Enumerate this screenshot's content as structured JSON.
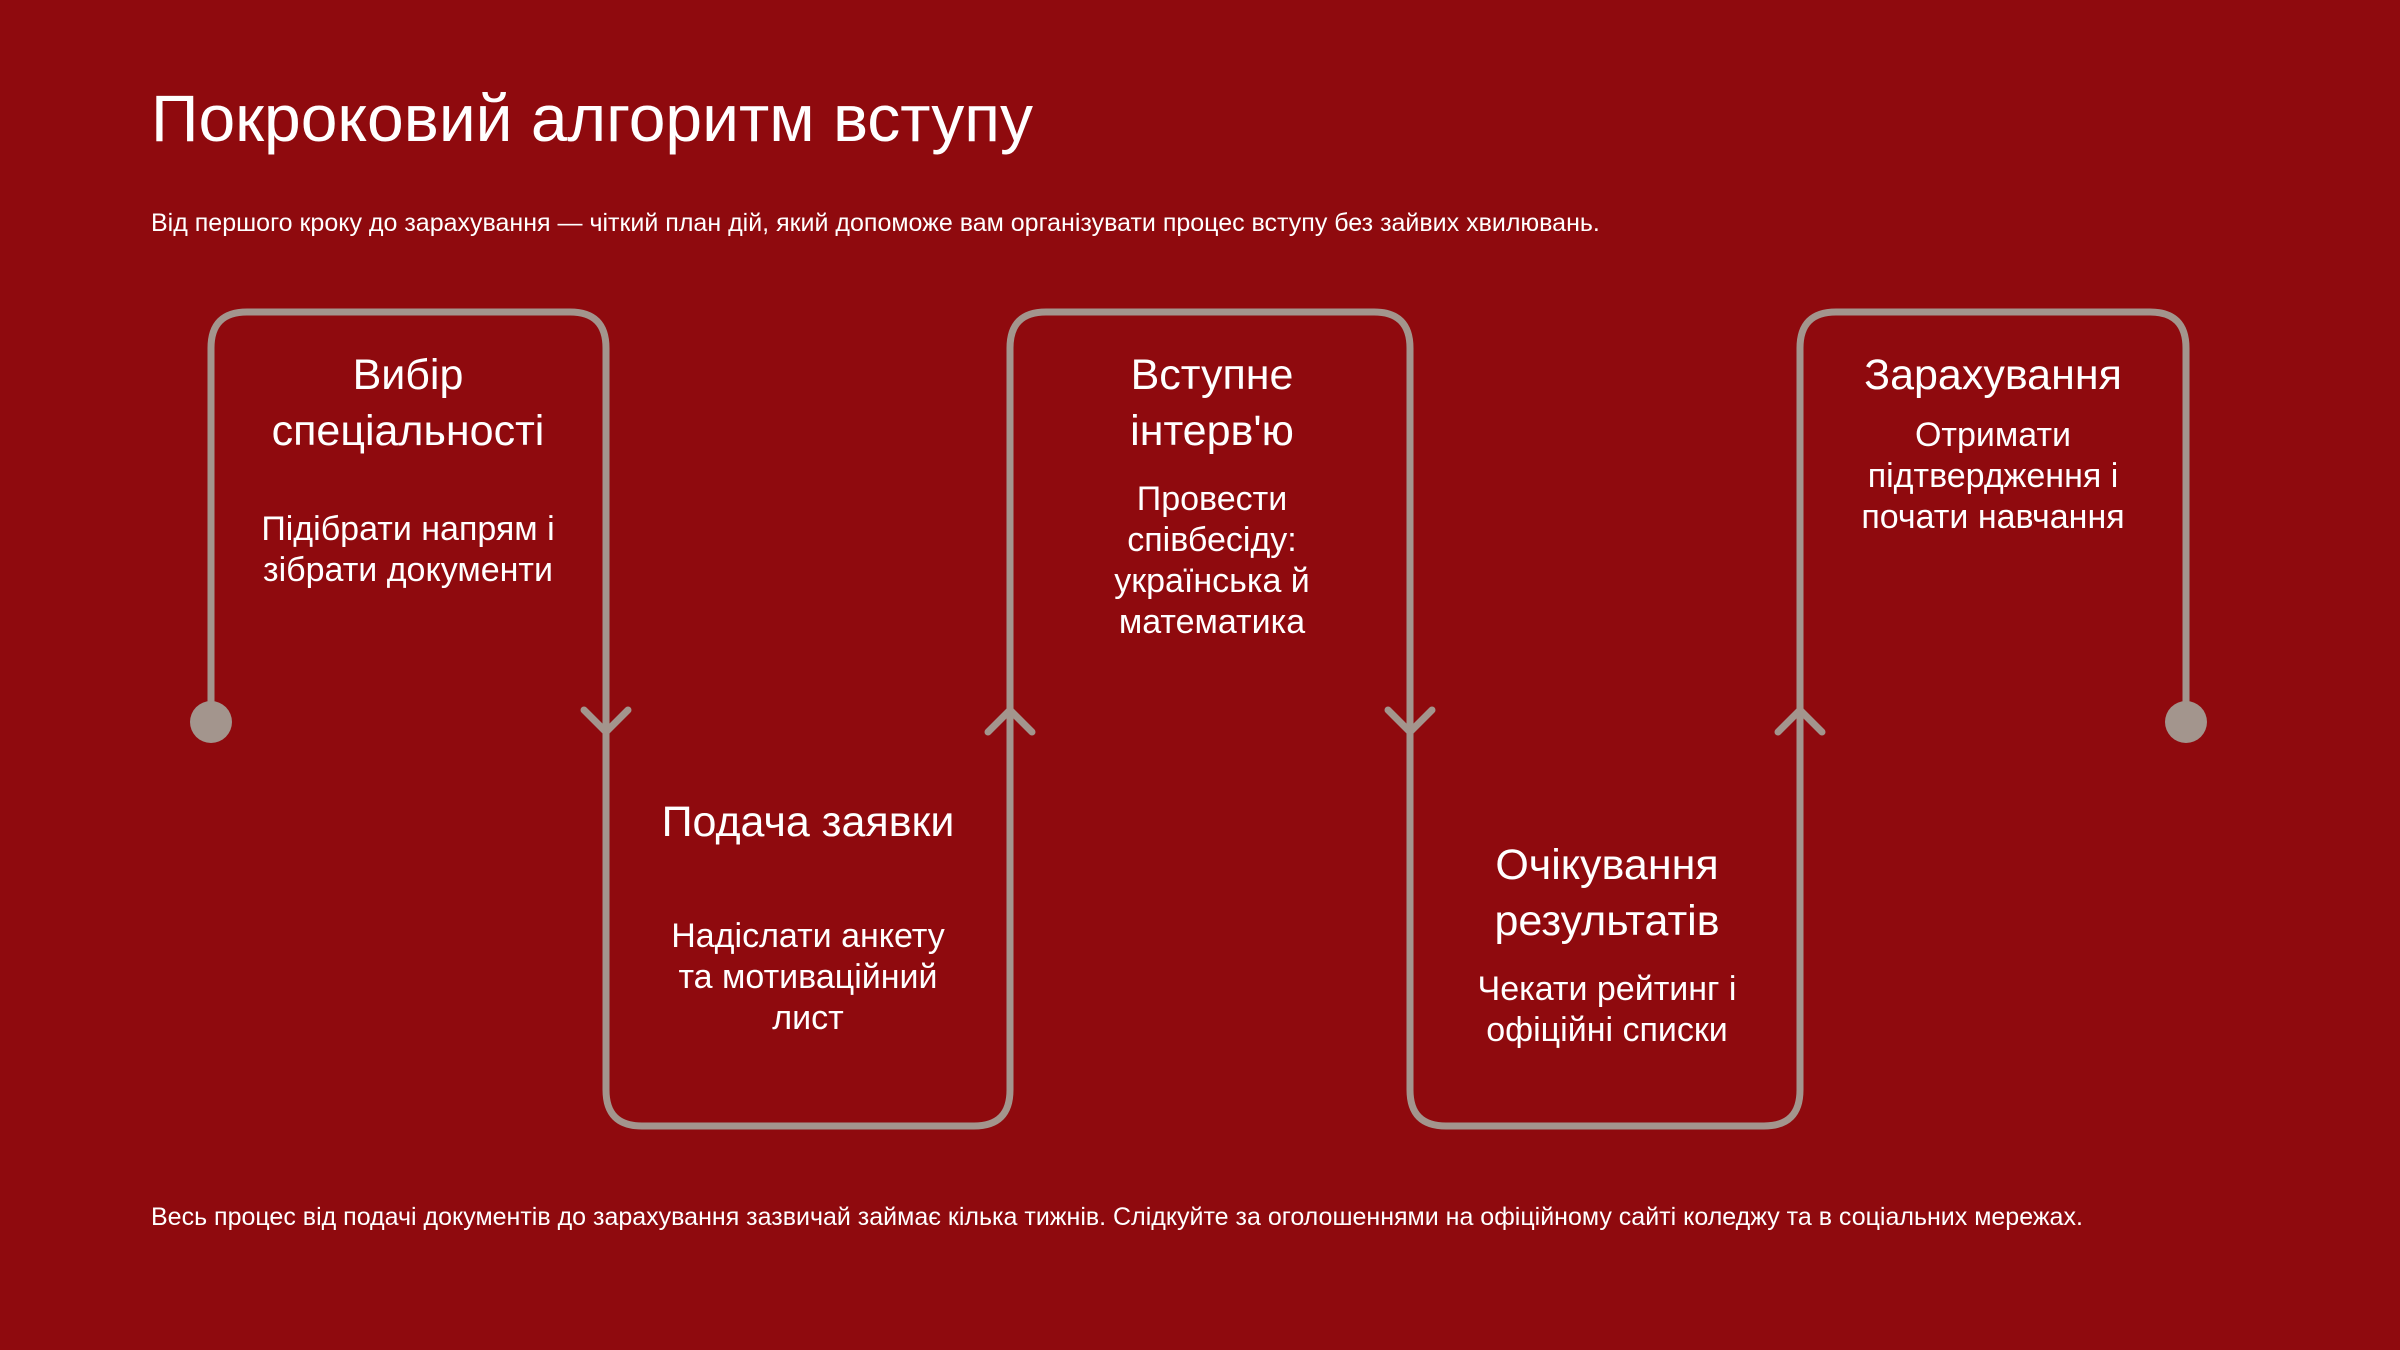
{
  "title": "Покроковий алгоритм вступу",
  "subtitle": "Від першого кроку до зарахування — чіткий план дій, який допоможе вам організувати процес вступу без зайвих хвилювань.",
  "footer": "Весь процес від подачі документів до зарахування зазвичай займає кілька тижнів. Слідкуйте за оголошеннями на офіційному сайті коледжу та в соціальних мережах.",
  "steps": [
    {
      "title": "Вибір\nспеціальності",
      "desc": "Підібрати напрям і\nзібрати документи"
    },
    {
      "title": "Подача заявки",
      "desc": "Надіслати анкету\nта мотиваційний\nлист"
    },
    {
      "title": "Вступне\nінтерв'ю",
      "desc": "Провести\nспівбесіду:\nукраїнська й\nматематика"
    },
    {
      "title": "Очікування\nрезультатів",
      "desc": "Чекати рейтинг і\nофіційні списки"
    },
    {
      "title": "Зарахування",
      "desc": "Отримати\nпідтвердження і\nпочати навчання"
    }
  ],
  "colors": {
    "background": "#8f0a0e",
    "connector": "#a3958d",
    "text": "#ffffff"
  }
}
